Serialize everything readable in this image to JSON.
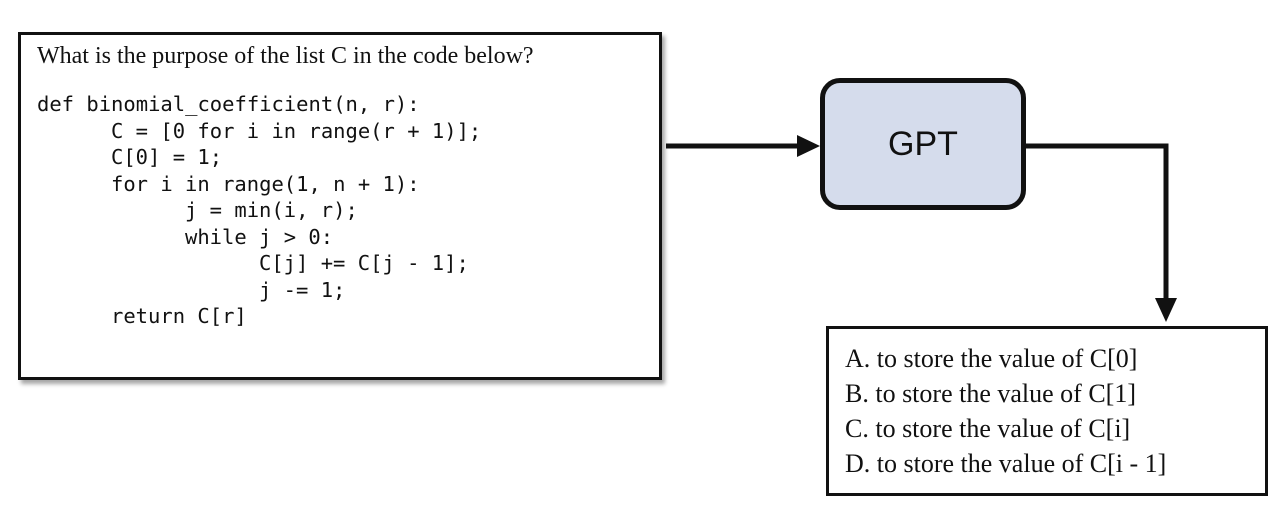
{
  "question": {
    "text": "What is the purpose of the list C in the code below?",
    "code_lines": [
      {
        "text": "def binomial_coefficient(n, r):",
        "indent": 0
      },
      {
        "text": "C = [0 for i in range(r + 1)];",
        "indent": 1
      },
      {
        "text": "C[0] = 1;",
        "indent": 1
      },
      {
        "text": "for i in range(1, n + 1):",
        "indent": 1
      },
      {
        "text": "j = min(i, r);",
        "indent": 2
      },
      {
        "text": "while j > 0:",
        "indent": 2
      },
      {
        "text": "C[j] += C[j - 1];",
        "indent": 3
      },
      {
        "text": "j -= 1;",
        "indent": 3
      },
      {
        "text": "return C[r]",
        "indent": 1
      }
    ]
  },
  "model": {
    "label": "GPT",
    "fill_color": "#d5dcec"
  },
  "answers": {
    "options": [
      "A. to store the value of C[0]",
      "B. to store the value of C[1]",
      "C. to store the value of C[i]",
      "D. to store the value of C[i - 1]"
    ]
  }
}
